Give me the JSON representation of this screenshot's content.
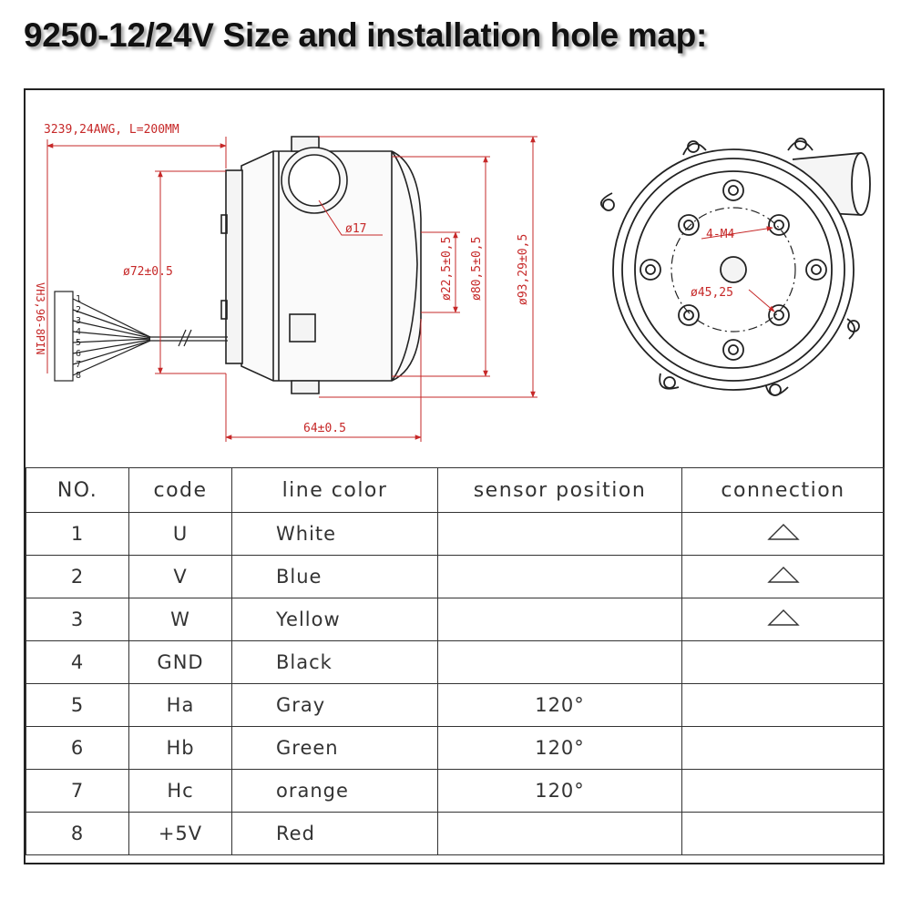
{
  "title": "9250-12/24V Size and installation hole map:",
  "drawing": {
    "wire_spec": "3239,24AWG, L=200MM",
    "connector": "VH3,96-8PIN",
    "pins": [
      "1",
      "2",
      "3",
      "4",
      "5",
      "6",
      "7",
      "8"
    ],
    "dim_outlet": "ø17",
    "dim_body": "ø72±0.5",
    "dim_hub": "ø22,5±0,5",
    "dim_rim": "ø80,5±0,5",
    "dim_outer": "ø93,29±0,5",
    "dim_length": "64±0.5",
    "front_holes": "4-M4",
    "front_pcd": "ø45,25"
  },
  "table": {
    "headers": {
      "no": "NO.",
      "code": "code",
      "line_color": "line color",
      "sensor_position": "sensor position",
      "connection": "connection"
    },
    "rows": [
      {
        "no": "1",
        "code": "U",
        "color": "White",
        "sensor": "",
        "connection": "triangle"
      },
      {
        "no": "2",
        "code": "V",
        "color": "Blue",
        "sensor": "",
        "connection": "triangle"
      },
      {
        "no": "3",
        "code": "W",
        "color": "Yellow",
        "sensor": "",
        "connection": "triangle"
      },
      {
        "no": "4",
        "code": "GND",
        "color": "Black",
        "sensor": "",
        "connection": ""
      },
      {
        "no": "5",
        "code": "Ha",
        "color": "Gray",
        "sensor": "120°",
        "connection": ""
      },
      {
        "no": "6",
        "code": "Hb",
        "color": "Green",
        "sensor": "120°",
        "connection": ""
      },
      {
        "no": "7",
        "code": "Hc",
        "color": "orange",
        "sensor": "120°",
        "connection": ""
      },
      {
        "no": "8",
        "code": "+5V",
        "color": "Red",
        "sensor": "",
        "connection": ""
      }
    ]
  },
  "colors": {
    "dimension_red": "#c62828",
    "line_dark": "#222222"
  }
}
